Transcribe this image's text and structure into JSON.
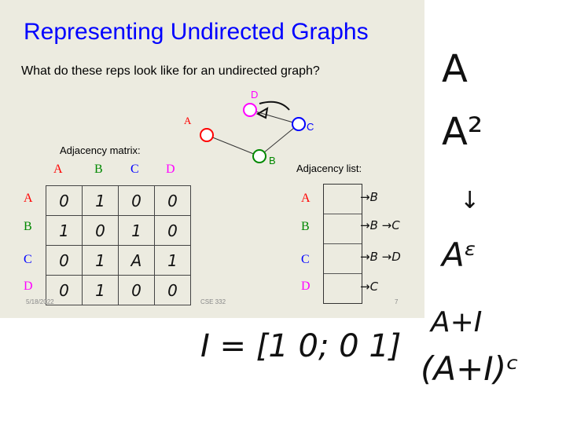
{
  "slide": {
    "title": "Representing Undirected Graphs",
    "question": "What do these reps look like for an undirected graph?",
    "matrix_label": "Adjacency matrix:",
    "list_label": "Adjacency list:",
    "nodes": [
      "A",
      "B",
      "C",
      "D"
    ],
    "colors": {
      "A": "#ff0000",
      "B": "#008000",
      "C": "#0000ff",
      "D": "#ff00ff"
    },
    "footer_date": "5/18/2022",
    "footer_course": "CSE 332",
    "page_number": "7"
  },
  "annotations": {
    "matrix": [
      [
        "0",
        "1",
        "0",
        "0"
      ],
      [
        "1",
        "0",
        "1",
        "0"
      ],
      [
        "0",
        "1",
        "A",
        "1"
      ],
      [
        "0",
        "1",
        "0",
        "0"
      ]
    ],
    "list": [
      "→B",
      "→B →C",
      "→B →D",
      "→C"
    ],
    "right": [
      "A",
      "A²",
      "↓",
      "Aᵋ",
      "A+I",
      "(A+I)ᶜ"
    ],
    "identity": "I = [1 0; 0 1]"
  }
}
